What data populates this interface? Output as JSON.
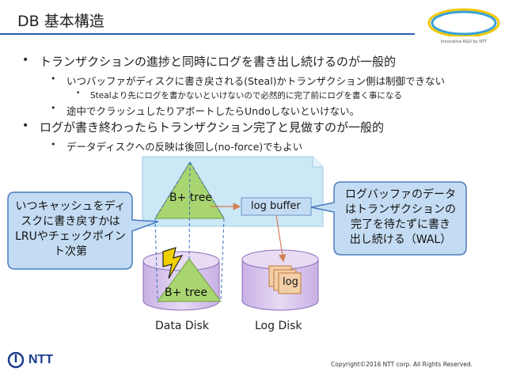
{
  "header": {
    "title": "DB 基本構造",
    "logo_caption": "Innovative R&D by NTT"
  },
  "bullets": [
    {
      "level": 1,
      "text": "トランザクションの進捗と同時にログを書き出し続けるのが一般的"
    },
    {
      "level": 2,
      "text": "いつバッファがディスクに書き戻される(Steal)かトランザクション側は制御できない"
    },
    {
      "level": 3,
      "text": "Stealより先にログを書かないといけないので必然的に完了前にログを書く事になる"
    },
    {
      "level": 2,
      "text": "途中でクラッシュしたりアボートしたらUndoしないといけない。"
    },
    {
      "level": 1,
      "text": "ログが書き終わったらトランザクション完了と見做すのが一般的"
    },
    {
      "level": 2,
      "text": "データディスクへの反映は後回し(no-force)でもよい"
    }
  ],
  "diagram": {
    "memory_btree_label": "B+ tree",
    "log_buffer_label": "log buffer",
    "disk_btree_label": "B+ tree",
    "log_record_label": "log",
    "data_disk_label": "Data Disk",
    "log_disk_label": "Log Disk",
    "left_callout": [
      "いつキャッシュをディ",
      "スクに書き戻すかは",
      "LRUやチェックポイン",
      "ト次第"
    ],
    "right_callout": [
      "ログバッファのデータ",
      "はトランザクションの",
      "完了を待たずに書き",
      "出し続ける（WAL）"
    ]
  },
  "footer": {
    "brand": "NTT",
    "copyright": "Copyright©2016  NTT corp. All Rights Reserved."
  },
  "colors": {
    "accent": "#2b5fb0",
    "memory_area": "#cce7f6",
    "disk_fill": "#d9c6ec",
    "triangle": "#a9d571",
    "callout_fill": "#c4dcf3",
    "callout_border": "#4a7cc0",
    "lightning": "#f0d000"
  }
}
